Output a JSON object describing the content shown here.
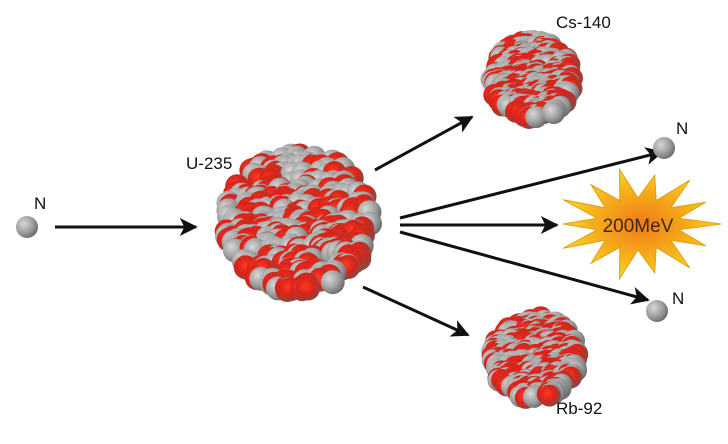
{
  "labels": {
    "incoming_neutron": "N",
    "uranium": "U-235",
    "cesium": "Cs-140",
    "rubidium": "Rb-92",
    "neutron_out_1": "N",
    "neutron_out_2": "N",
    "energy": "200MeV"
  },
  "colors": {
    "proton": "#e0291c",
    "neutron": "#9a9a9a",
    "arrow": "#111111",
    "burst_outer": "#f7d21a",
    "burst_inner": "#f08a1a"
  }
}
